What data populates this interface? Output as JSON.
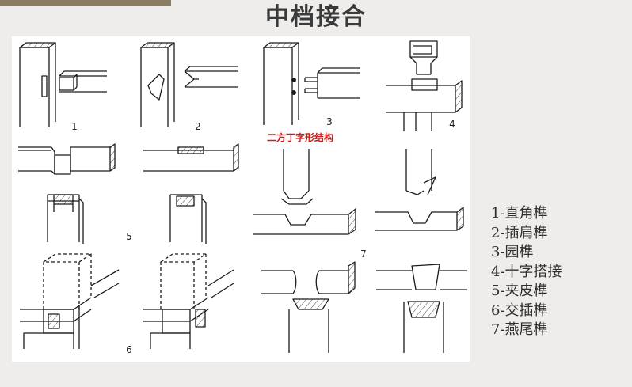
{
  "title": "中档接合",
  "diagram": {
    "caption": "二方丁字形结构",
    "numbers": [
      "1",
      "2",
      "3",
      "4",
      "5",
      "6",
      "7"
    ]
  },
  "legend": [
    "1-直角榫",
    "2-插肩榫",
    "3-园榫",
    "4-十字搭接",
    "5-夹皮榫",
    "6-交插榫",
    "7-燕尾榫"
  ],
  "colors": {
    "caption": "#d21c1c",
    "topbar": "#8a7c63",
    "background": "#efedeb"
  }
}
